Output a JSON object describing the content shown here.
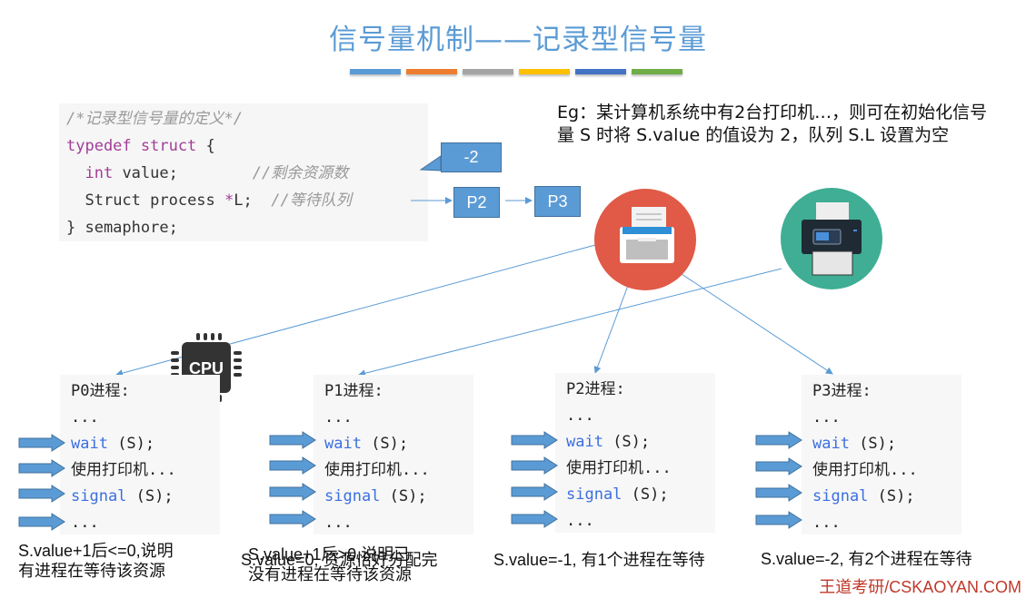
{
  "title": "信号量机制——记录型信号量",
  "title_bar_colors": [
    "#5b9bd5",
    "#ed7d31",
    "#a5a5a5",
    "#ffc000",
    "#4472c4",
    "#70ad47"
  ],
  "code": {
    "comment_header": "/*记录型信号量的定义*/",
    "line1_kw": "typedef struct",
    "line1_rest": " {",
    "line2_kw": "int",
    "line2_rest": " value;",
    "line2_comment": "//剩余资源数",
    "line3_code": "Struct process ",
    "line3_ptr": "*",
    "line3_rest": "L;",
    "line3_comment": "//等待队列",
    "line4": "} semaphore;"
  },
  "value_callout": "-2",
  "queue": [
    "P2",
    "P3"
  ],
  "example_text": "Eg：某计算机系统中有2台打印机…，则可在初始化信号量 S 时将 S.value 的值设为 2，队列 S.L 设置为空",
  "icons": {
    "printer_red": "printer-icon",
    "printer_green": "printer-icon",
    "cpu_label": "CPU"
  },
  "processes": [
    {
      "name": "P0进程:",
      "lines": [
        "...",
        "wait",
        " (S);",
        "使用打印机...",
        "signal",
        " (S);",
        "..."
      ]
    },
    {
      "name": "P1进程:",
      "lines": [
        "...",
        "wait",
        " (S);",
        "使用打印机...",
        "signal",
        " (S);",
        "..."
      ]
    },
    {
      "name": "P2进程:",
      "lines": [
        "...",
        "wait",
        " (S);",
        "使用打印机...",
        "signal",
        " (S);",
        "..."
      ]
    },
    {
      "name": "P3进程:",
      "lines": [
        "...",
        "wait",
        " (S);",
        "使用打印机...",
        "signal",
        " (S);",
        "..."
      ]
    }
  ],
  "captions": {
    "p0": [
      "S.value+1后<=0,说明",
      "有进程在等待该资源"
    ],
    "p1_back": [
      "S.value+1后>0,说明已",
      "没有进程在等待该资源"
    ],
    "p1_front": "S.value=0, 资源恰好分配完",
    "p2": "S.value=-1, 有1个进程在等待",
    "p3": "S.value=-2, 有2个进程在等待"
  },
  "watermark": "王道考研/CSKAOYAN.COM"
}
